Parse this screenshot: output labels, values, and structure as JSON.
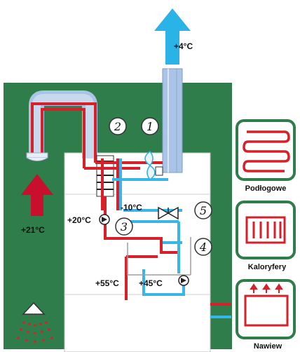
{
  "temperatures": {
    "exhaust": "+4°C",
    "indoor": "+21°C",
    "mid_left": "+20°C",
    "mid_center": "-10°C",
    "hot_out": "+55°C",
    "hot_return": "+45°C"
  },
  "components": [
    "1",
    "2",
    "3",
    "4",
    "5"
  ],
  "heating_systems": {
    "floor": "Podłogowe",
    "radiators": "Kaloryfery",
    "air": "Nawiew"
  },
  "colors": {
    "green_panel": "#2e7d4a",
    "cold_air": "#29b3e6",
    "warm_air": "#c8102e",
    "hot_pipe": "#d6202a",
    "cold_pipe": "#39b6e8",
    "duct": "#a9c4e6"
  }
}
